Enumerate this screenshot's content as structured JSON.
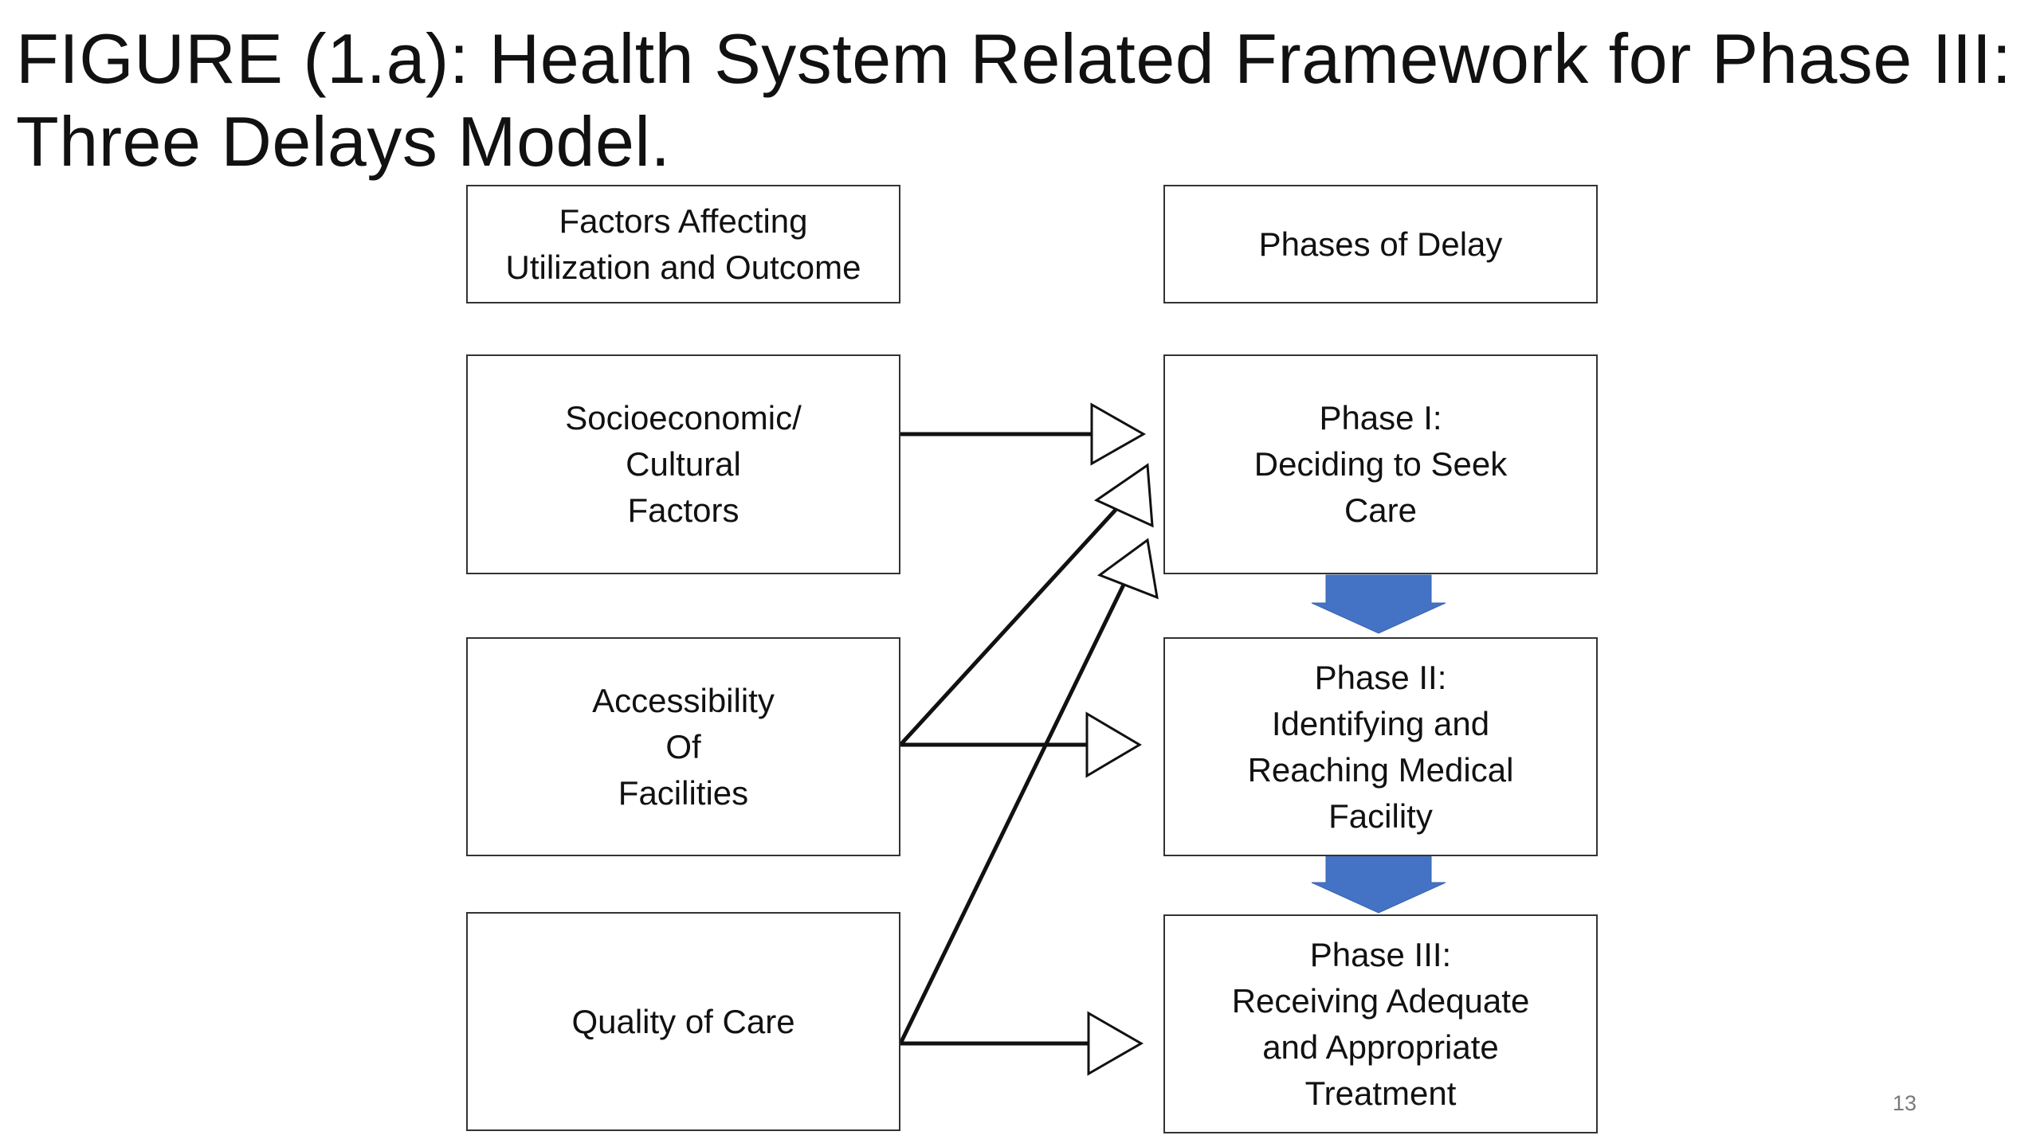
{
  "title": {
    "line1": "FIGURE (1.a): Health System Related Framework for Phase III:",
    "line2": "Three Delays Model."
  },
  "left_column": {
    "header": [
      "Factors Affecting",
      "Utilization and Outcome"
    ],
    "factors": [
      [
        "Socioeconomic/",
        "Cultural",
        "Factors"
      ],
      [
        "Accessibility",
        "Of",
        "Facilities"
      ],
      [
        "Quality of Care"
      ]
    ]
  },
  "right_column": {
    "header": [
      "Phases of Delay"
    ],
    "phases": [
      [
        "Phase I:",
        "Deciding to Seek",
        "Care"
      ],
      [
        "Phase II:",
        "Identifying and",
        "Reaching Medical",
        "Facility"
      ],
      [
        "Phase III:",
        "Receiving Adequate",
        "and Appropriate",
        "Treatment"
      ]
    ]
  },
  "colors": {
    "box_border": "#333333",
    "connector": "#111111",
    "flow_arrow": "#4472C4",
    "page_number": "#7a7a7a"
  },
  "page_number": "13"
}
